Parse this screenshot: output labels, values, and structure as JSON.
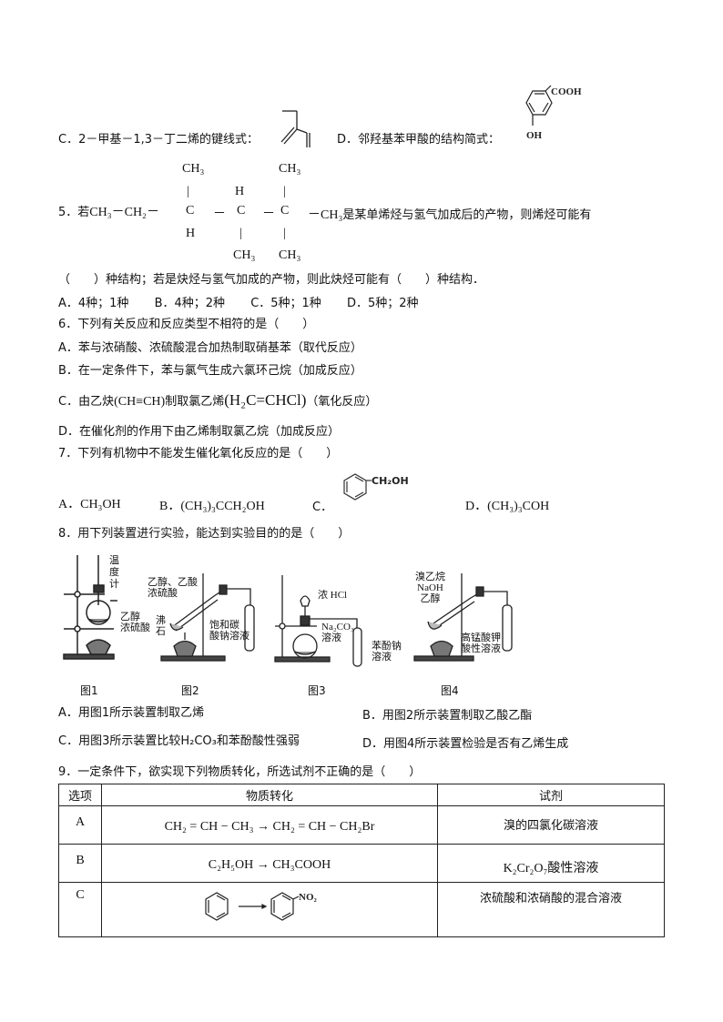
{
  "q4_options": {
    "C": {
      "label": "C．2－甲基－1,3－丁二烯的键线式：",
      "structure_icon": "isoprene-skeletal-formula"
    },
    "D": {
      "label": "D．邻羟基苯甲酸的结构简式：",
      "structure_icon": "hydroxybenzoic-acid-structure",
      "group_top": "COOH",
      "group_bottom": "OH"
    }
  },
  "q5": {
    "number": "5．若",
    "prefix": "CH₃－CH₂－",
    "top_groups": [
      "CH₃",
      "",
      "CH₃"
    ],
    "mid_h": "H",
    "carbons": [
      "C",
      "C",
      "C"
    ],
    "dash": "－",
    "bottom_groups": [
      "H",
      "CH₃",
      "CH₃"
    ],
    "suffix": "－CH₃",
    "text_after": "是某单烯烃与氢气加成后的产物，则烯烃可能有",
    "line2": "（　　）种结构；若是炔烃与氢气加成的产物，则此炔烃可能有（　　）种结构．",
    "options": [
      "A．4种；1种",
      "B．4种；2种",
      "C．5种；1种",
      "D．5种；2种"
    ]
  },
  "q6": {
    "stem": "6．下列有关反应和反应类型不相符的是（　　）",
    "A": "A．苯与浓硝酸、浓硫酸混合加热制取硝基苯（取代反应）",
    "B": "B．在一定条件下，苯与氯气生成六氯环己烷（加成反应）",
    "C_pre": "C．由乙炔",
    "C_formula1": "(CH≡CH)",
    "C_mid": "制取氯乙烯",
    "C_formula2": "(H₂C=CHCl)",
    "C_post": "（氧化反应）",
    "D": "D．在催化剂的作用下由乙烯制取氯乙烷（加成反应）"
  },
  "q7": {
    "stem": "7．下列有机物中不能发生催化氧化反应的是（　　）",
    "A": "A．CH₃OH",
    "B": "B．(CH₃)₃CCH₂OH",
    "C": "C．",
    "C_group": "CH₂OH",
    "D": "D．(CH₃)₃COH"
  },
  "q8": {
    "stem": "8．用下列装置进行实验，能达到实验目的的是（　　）",
    "figures": [
      {
        "caption": "图1",
        "labels": [
          "温",
          "度",
          "计",
          "乙醇",
          "浓硫酸"
        ]
      },
      {
        "caption": "图2",
        "labels": [
          "乙醇、乙酸",
          "浓硫酸",
          "沸",
          "石",
          "饱和碳",
          "酸钠溶液"
        ]
      },
      {
        "caption": "图3",
        "labels": [
          "浓 HCl",
          "Na₂CO₃",
          "溶液",
          "苯酚钠",
          "溶液"
        ]
      },
      {
        "caption": "图4",
        "labels": [
          "溴乙烷",
          "NaOH",
          "乙醇",
          "高锰酸钾",
          "酸性溶液"
        ]
      }
    ],
    "A": "A．用图1所示装置制取乙烯",
    "B": "B．用图2所示装置制取乙酸乙酯",
    "C": "C．用图3所示装置比较H₂CO₃和苯酚酸性强弱",
    "D": "D．用图4所示装置检验是否有乙烯生成"
  },
  "q9": {
    "stem": "9．一定条件下，欲实现下列物质转化，所选试剂不正确的是（　　）",
    "headers": [
      "选项",
      "物质转化",
      "试剂"
    ],
    "rows": [
      {
        "option": "A",
        "conversion": "CH₂ = CH − CH₃ → CH₂ = CH − CH₂Br",
        "reagent": "溴的四氯化碳溶液"
      },
      {
        "option": "B",
        "conversion": "C₂H₅OH → CH₃COOH",
        "reagent": "K₂Cr₂O₇酸性溶液"
      },
      {
        "option": "C",
        "conversion": "benzene → nitrobenzene",
        "conversion_group": "NO₂",
        "reagent": "浓硫酸和浓硝酸的混合溶液"
      }
    ]
  }
}
